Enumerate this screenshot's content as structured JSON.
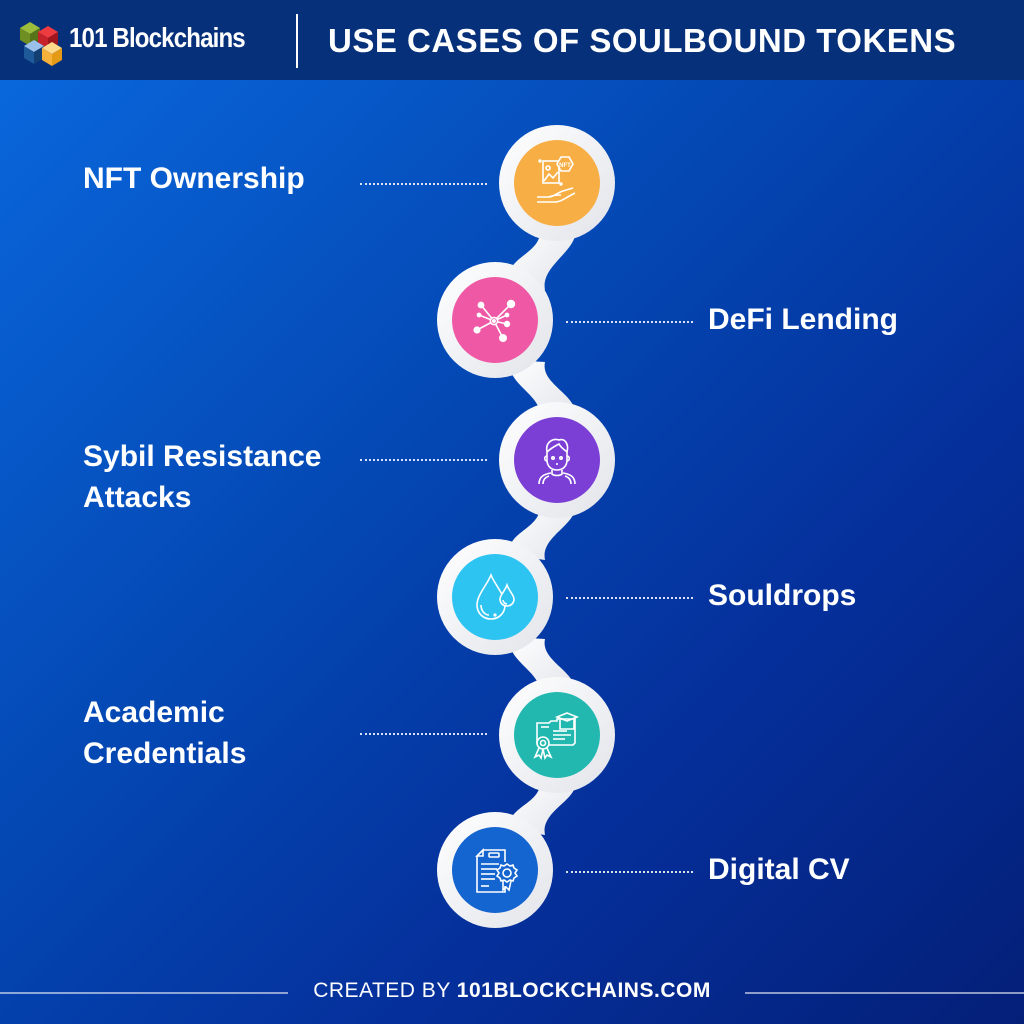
{
  "header": {
    "brand": "101 Blockchains",
    "title": "USE CASES OF SOULBOUND TOKENS",
    "logo": {
      "icon": "stacked-cubes-logo",
      "colors": [
        "#7a9a2c",
        "#d42a2f",
        "#6d9bd6",
        "#1b4f8c",
        "#f6b13a"
      ]
    },
    "background": "#06307a"
  },
  "items": [
    {
      "label": "NFT Ownership",
      "side": "left",
      "icon": "nft-hand-icon",
      "color": "#f7ae45"
    },
    {
      "label": "DeFi Lending",
      "side": "right",
      "icon": "network-nodes-icon",
      "color": "#ee58a5"
    },
    {
      "label_line1": "Sybil Resistance",
      "label_line2": "Attacks",
      "side": "left",
      "icon": "person-icon",
      "color": "#7c3fd6"
    },
    {
      "label": "Souldrops",
      "side": "right",
      "icon": "water-drops-icon",
      "color": "#2ec4f2"
    },
    {
      "label_line1": "Academic",
      "label_line2": "Credentials",
      "side": "left",
      "icon": "certificate-graduation-icon",
      "color": "#22b8b0"
    },
    {
      "label": "Digital CV",
      "side": "right",
      "icon": "document-badge-icon",
      "color": "#1565d0"
    }
  ],
  "footer": {
    "prefix": "CREATED BY ",
    "site": "101BLOCKCHAINS.COM"
  }
}
